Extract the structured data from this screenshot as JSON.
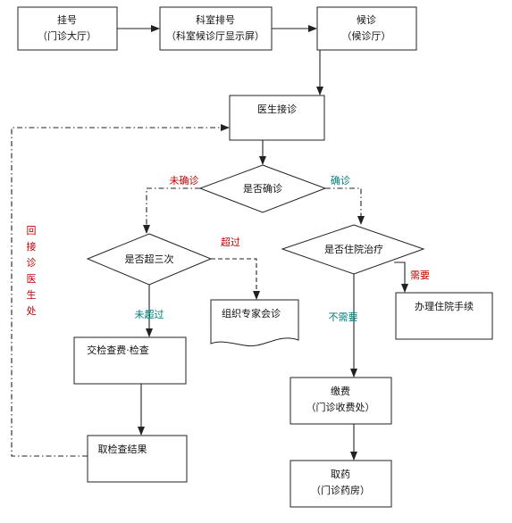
{
  "nodes": {
    "register": {
      "line1": "挂号",
      "line2": "（门诊大厅）"
    },
    "queue": {
      "line1": "科室排号",
      "line2": "（科室候诊厅显示屏）"
    },
    "wait": {
      "line1": "候诊",
      "line2": "（候诊厅）"
    },
    "doctor": {
      "label": "医生接诊"
    },
    "diagnosed": {
      "label": "是否确诊"
    },
    "over3": {
      "label": "是否超三次"
    },
    "hospitalize": {
      "label": "是否住院治疗"
    },
    "consult": {
      "label": "组织专家会诊"
    },
    "admission": {
      "label": "办理住院手续"
    },
    "exam": {
      "label": "交检查费·检查"
    },
    "results": {
      "label": "取检查结果"
    },
    "pay": {
      "line1": "缴费",
      "line2": "（门诊收费处）"
    },
    "medicine": {
      "line1": "取药",
      "line2": "（门诊药房）"
    }
  },
  "edge_labels": {
    "not_confirmed": "未确诊",
    "confirmed": "确诊",
    "exceeded": "超过",
    "not_exceeded": "未超过",
    "need": "需要",
    "not_need": "不需要",
    "return_vertical": [
      "回",
      "接",
      "诊",
      "医",
      "生",
      "处"
    ]
  },
  "colors": {
    "red_label": "#c00000",
    "teal_label": "#007a7a"
  }
}
